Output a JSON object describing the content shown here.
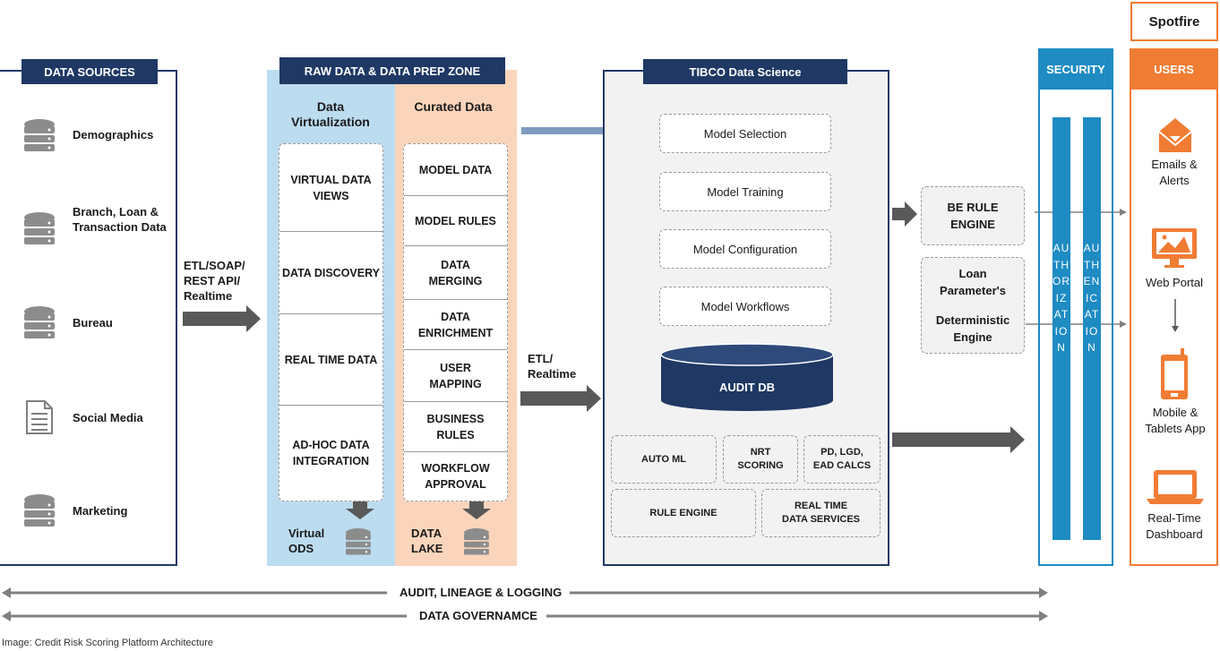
{
  "data_sources": {
    "header": "DATA SOURCES",
    "items": [
      "Demographics",
      "Branch, Loan & Transaction Data",
      "Bureau",
      "Social Media",
      "Marketing"
    ]
  },
  "etl1": "ETL/SOAP/ REST API/ Realtime",
  "raw_zone": {
    "header": "RAW DATA & DATA PREP ZONE",
    "virtualization": {
      "title": "Data Virtualization",
      "items": [
        "VIRTUAL DATA VIEWS",
        "DATA DISCOVERY",
        "REAL TIME DATA",
        "AD-HOC DATA INTEGRATION"
      ],
      "store": "Virtual ODS"
    },
    "curated": {
      "title": "Curated Data",
      "items": [
        "MODEL DATA",
        "MODEL RULES",
        "DATA MERGING",
        "DATA ENRICHMENT",
        "USER MAPPING",
        "BUSINESS RULES",
        "WORKFLOW APPROVAL"
      ],
      "store": "DATA LAKE"
    }
  },
  "etl2": "ETL/ Realtime",
  "tibco": {
    "header": "TIBCO Data Science",
    "models": [
      "Model Selection",
      "Model Training",
      "Model Configuration",
      "Model Workflows"
    ],
    "audit_db": "AUDIT DB",
    "services": [
      "AUTO ML",
      "NRT SCORING",
      "PD, LGD, EAD CALCS",
      "RULE ENGINE",
      "REAL TIME DATA SERVICES"
    ]
  },
  "be_rule_engine": "BE RULE ENGINE",
  "loan_engine": {
    "line1": "Loan Parameter's",
    "line2": "Deterministic Engine"
  },
  "security": {
    "header": "SECURITY",
    "bar1": "AUTHORIZATION",
    "bar2": "AUTHENICATION"
  },
  "spotfire": "Spotfire",
  "users": {
    "header": "USERS",
    "items": [
      "Emails & Alerts",
      "Web Portal",
      "Mobile & Tablets App",
      "Real-Time Dashboard"
    ]
  },
  "footer": {
    "audit": "AUDIT, LINEAGE & LOGGING",
    "governance": "DATA GOVERNAMCE"
  },
  "caption": "Image: Credit Risk Scoring Platform Architecture",
  "colors": {
    "navy": "#1f3864",
    "blue": "#1e8bc3",
    "orange": "#f07c34",
    "light_blue": "#bcdcf0",
    "light_orange": "#fbd5bb",
    "grey_arrow": "#595959",
    "steel_arrow": "#7f9cc0"
  }
}
